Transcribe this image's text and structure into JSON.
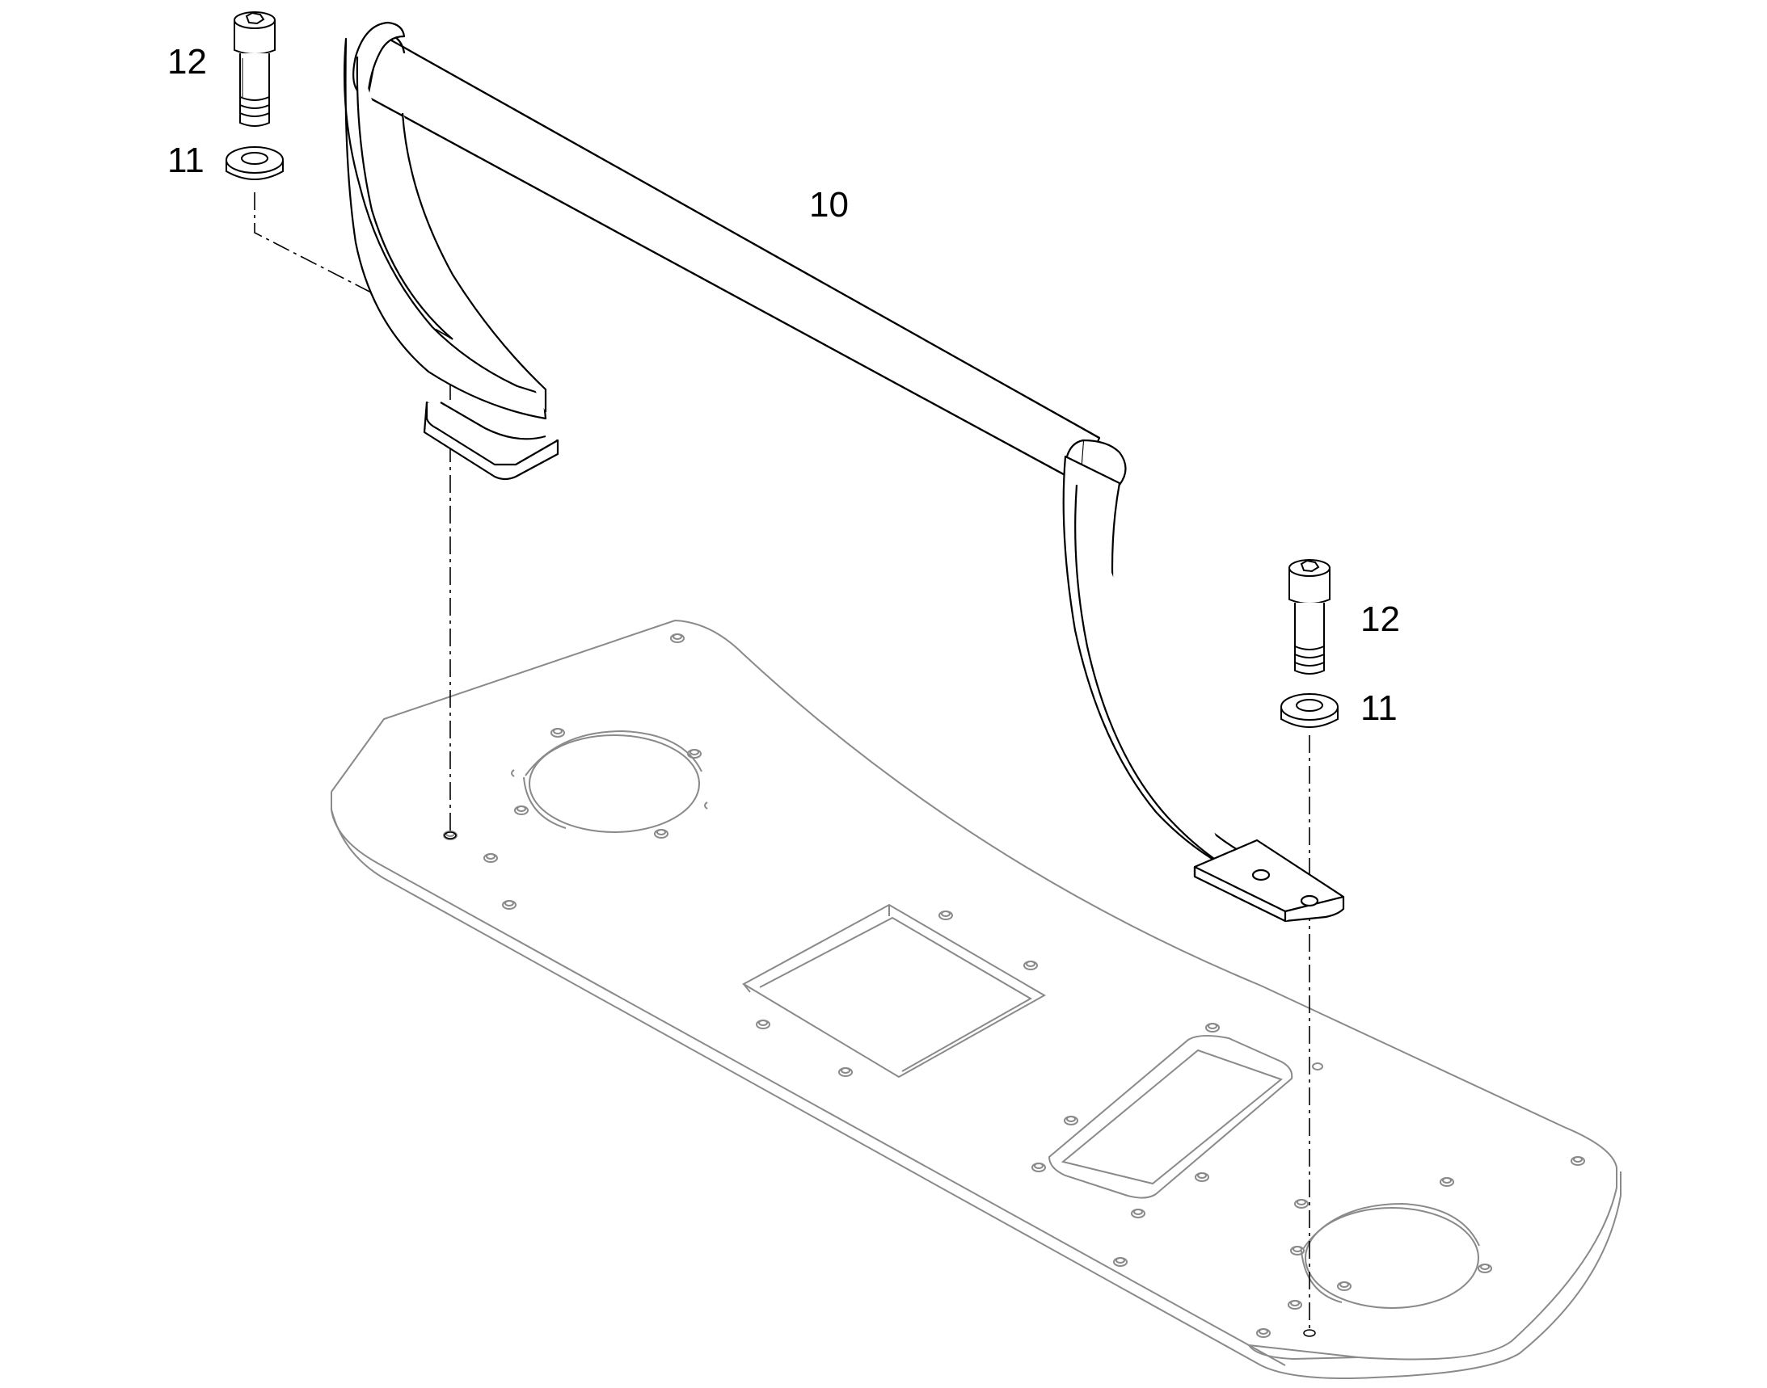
{
  "diagram": {
    "callouts": {
      "grab_bar": "10",
      "washer_top_left": "11",
      "screw_top_left": "12",
      "screw_right": "12",
      "washer_right": "11"
    },
    "colors": {
      "part_outline": "#000000",
      "base_plate_outline": "#8a8a8a",
      "background": "#ffffff"
    }
  }
}
